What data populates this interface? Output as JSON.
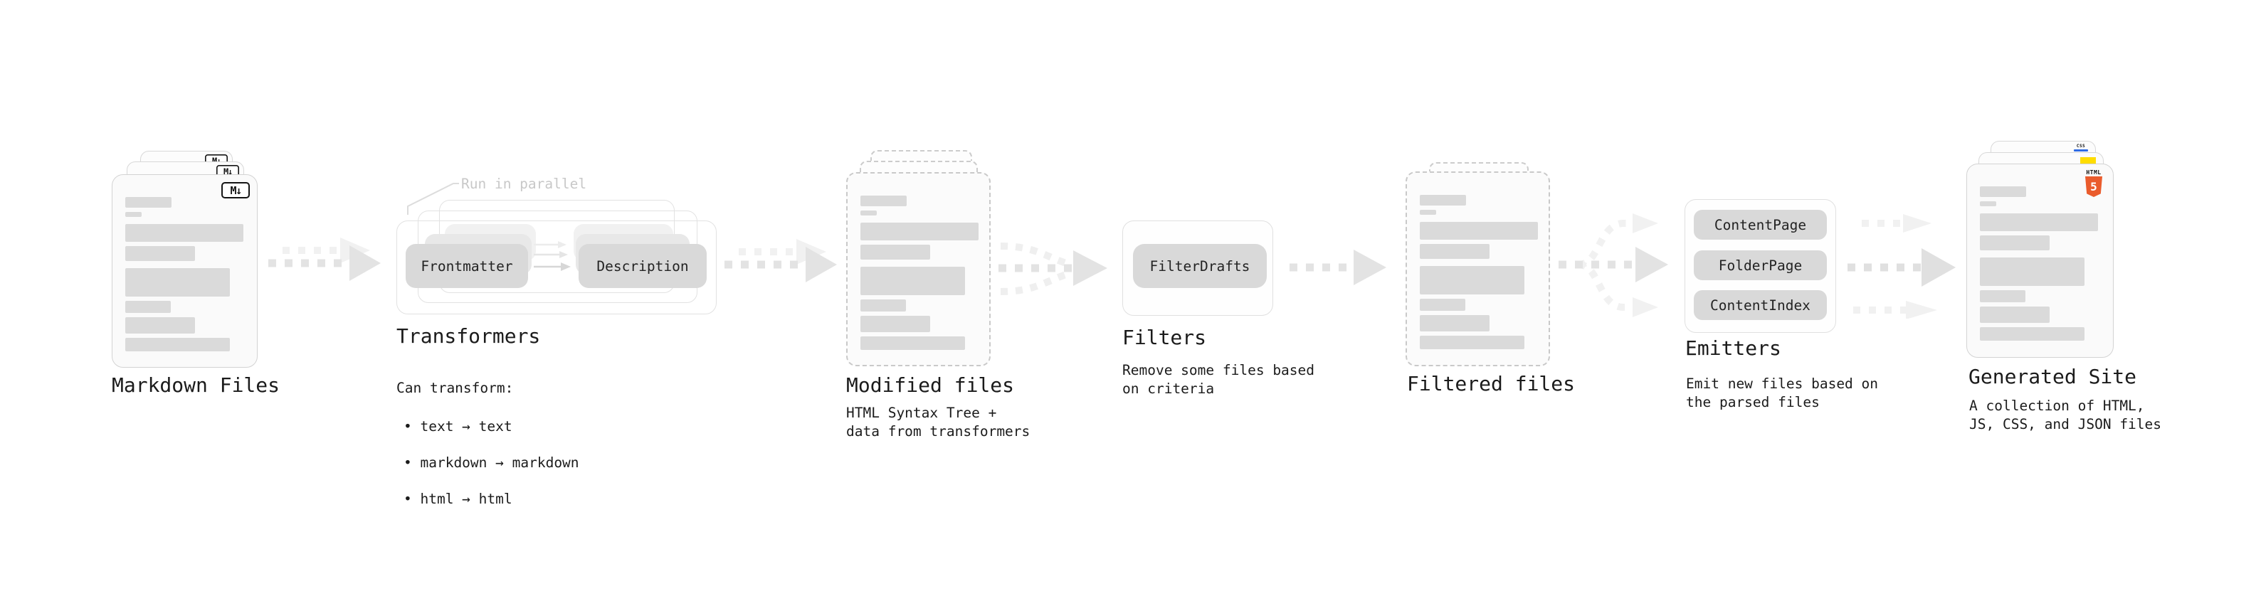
{
  "stages": {
    "markdown_files": {
      "label": "Markdown Files",
      "md_icon": "M↓"
    },
    "transformers": {
      "label": "Transformers",
      "parallel_note": "Run in parallel",
      "pill_left": "Frontmatter",
      "pill_right": "Description",
      "caption_title": "Can transform:",
      "bullets": [
        "• text → text",
        "• markdown → markdown",
        "• html → html"
      ]
    },
    "modified_files": {
      "label": "Modified files",
      "caption": "HTML Syntax Tree +\ndata from transformers"
    },
    "filters": {
      "label": "Filters",
      "pill": "FilterDrafts",
      "caption": "Remove some files based\non criteria"
    },
    "filtered_files": {
      "label": "Filtered files"
    },
    "emitters": {
      "label": "Emitters",
      "pills": [
        "ContentPage",
        "FolderPage",
        "ContentIndex"
      ],
      "caption": "Emit new files based on\nthe parsed files"
    },
    "generated_site": {
      "label": "Generated Site",
      "caption": "A collection of HTML,\nJS, CSS, and JSON files",
      "html_badge_word": "HTML",
      "html_badge_number": "5",
      "css_badge_word": "CSS"
    }
  },
  "colors": {
    "html5_orange": "#ea5b2c",
    "css_blue": "#2f6be4",
    "js_yellow": "#ffdd00",
    "pill_gray": "#d9d9d9",
    "arrow_dark": "#e3e3e3",
    "arrow_light": "#f1f1f1",
    "text_dark": "#1b1b1b",
    "note_gray": "#c8c8c8"
  }
}
